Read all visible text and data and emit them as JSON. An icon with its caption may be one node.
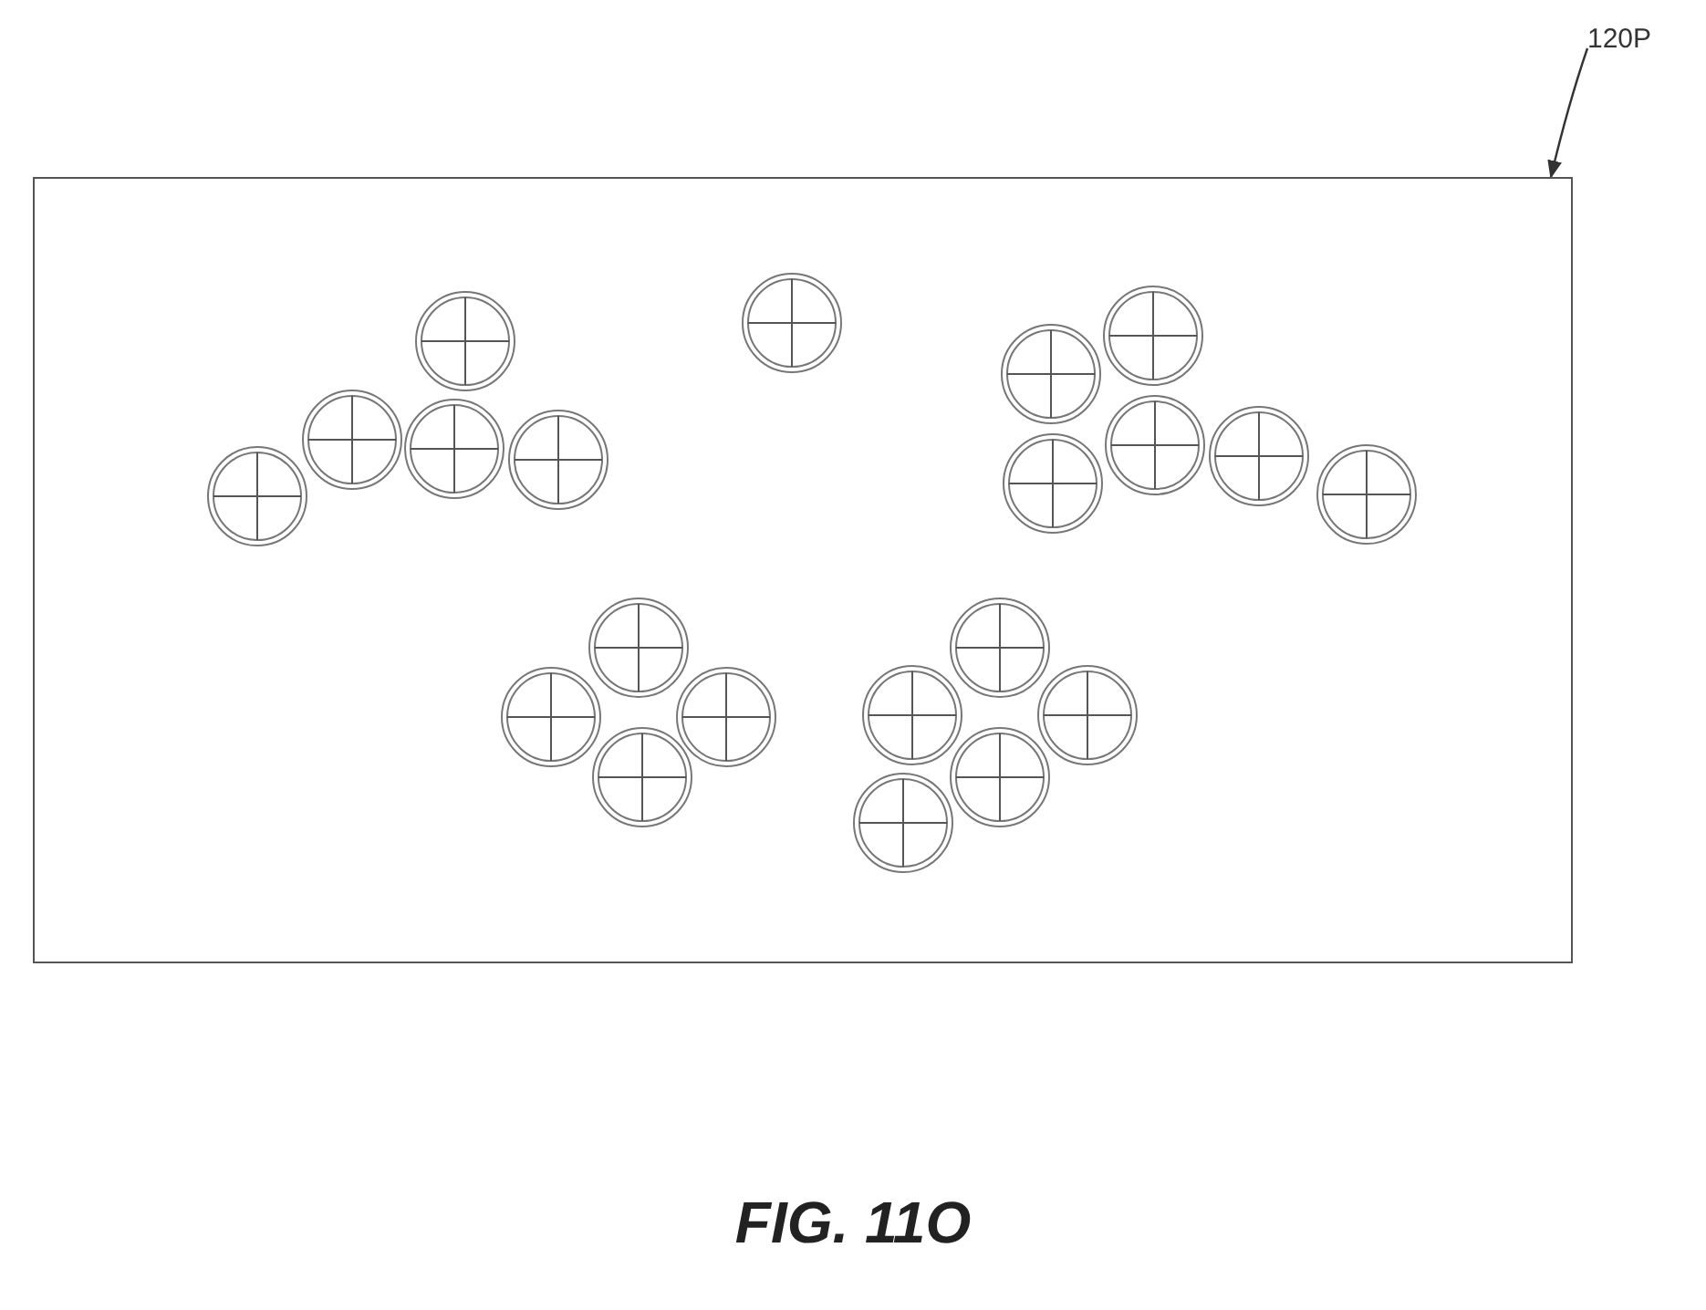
{
  "diagram": {
    "caption": "FIG. 11O",
    "nodes": [
      {
        "text": [
          "120P"
        ]
      },
      {
        "text": [],
        "shape": "box"
      }
    ],
    "edges": [
      {
        "from": 0,
        "to": 1,
        "arrow": "to"
      }
    ]
  }
}
